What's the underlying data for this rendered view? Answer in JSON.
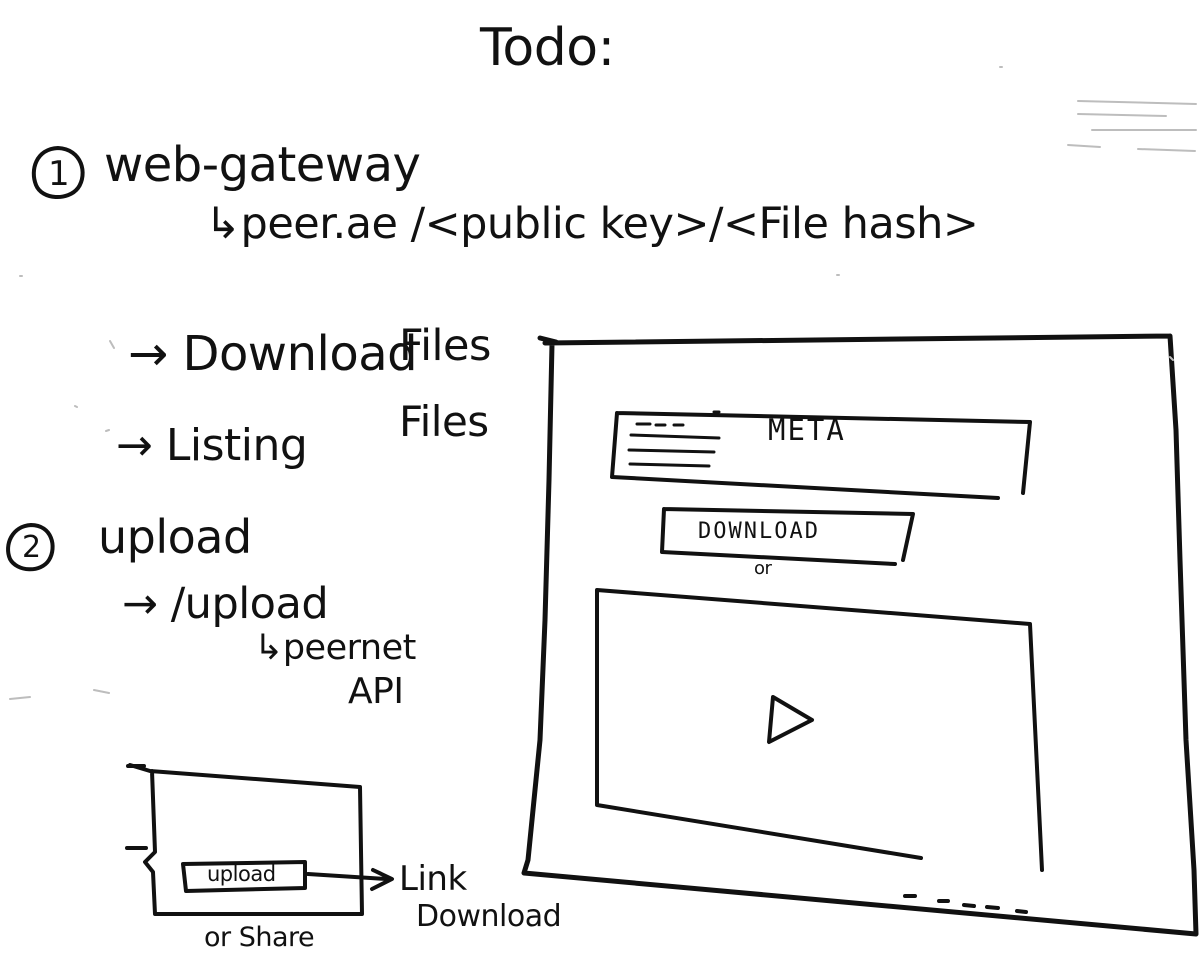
{
  "todo": {
    "title": "Todo:",
    "items": [
      {
        "number": "1",
        "label": "web-gateway",
        "url_pattern": "↳peer.ae /<public key>/<File hash>",
        "actions": [
          "→ Download",
          "→ Listing"
        ],
        "files_labels": [
          "Files",
          "Files"
        ]
      },
      {
        "number": "2",
        "label": "upload",
        "endpoint": "→ /upload",
        "backend_line1": "↳peernet",
        "backend_line2": "API"
      }
    ]
  },
  "upload_sketch": {
    "button_label": "upload",
    "result_line1": "Link",
    "result_line2": "Download",
    "alternative": "or Share"
  },
  "file_page_sketch": {
    "meta_label": "META",
    "download_button_label": "DOWNLOAD",
    "or_label": "or",
    "play_icon": "play-icon"
  }
}
